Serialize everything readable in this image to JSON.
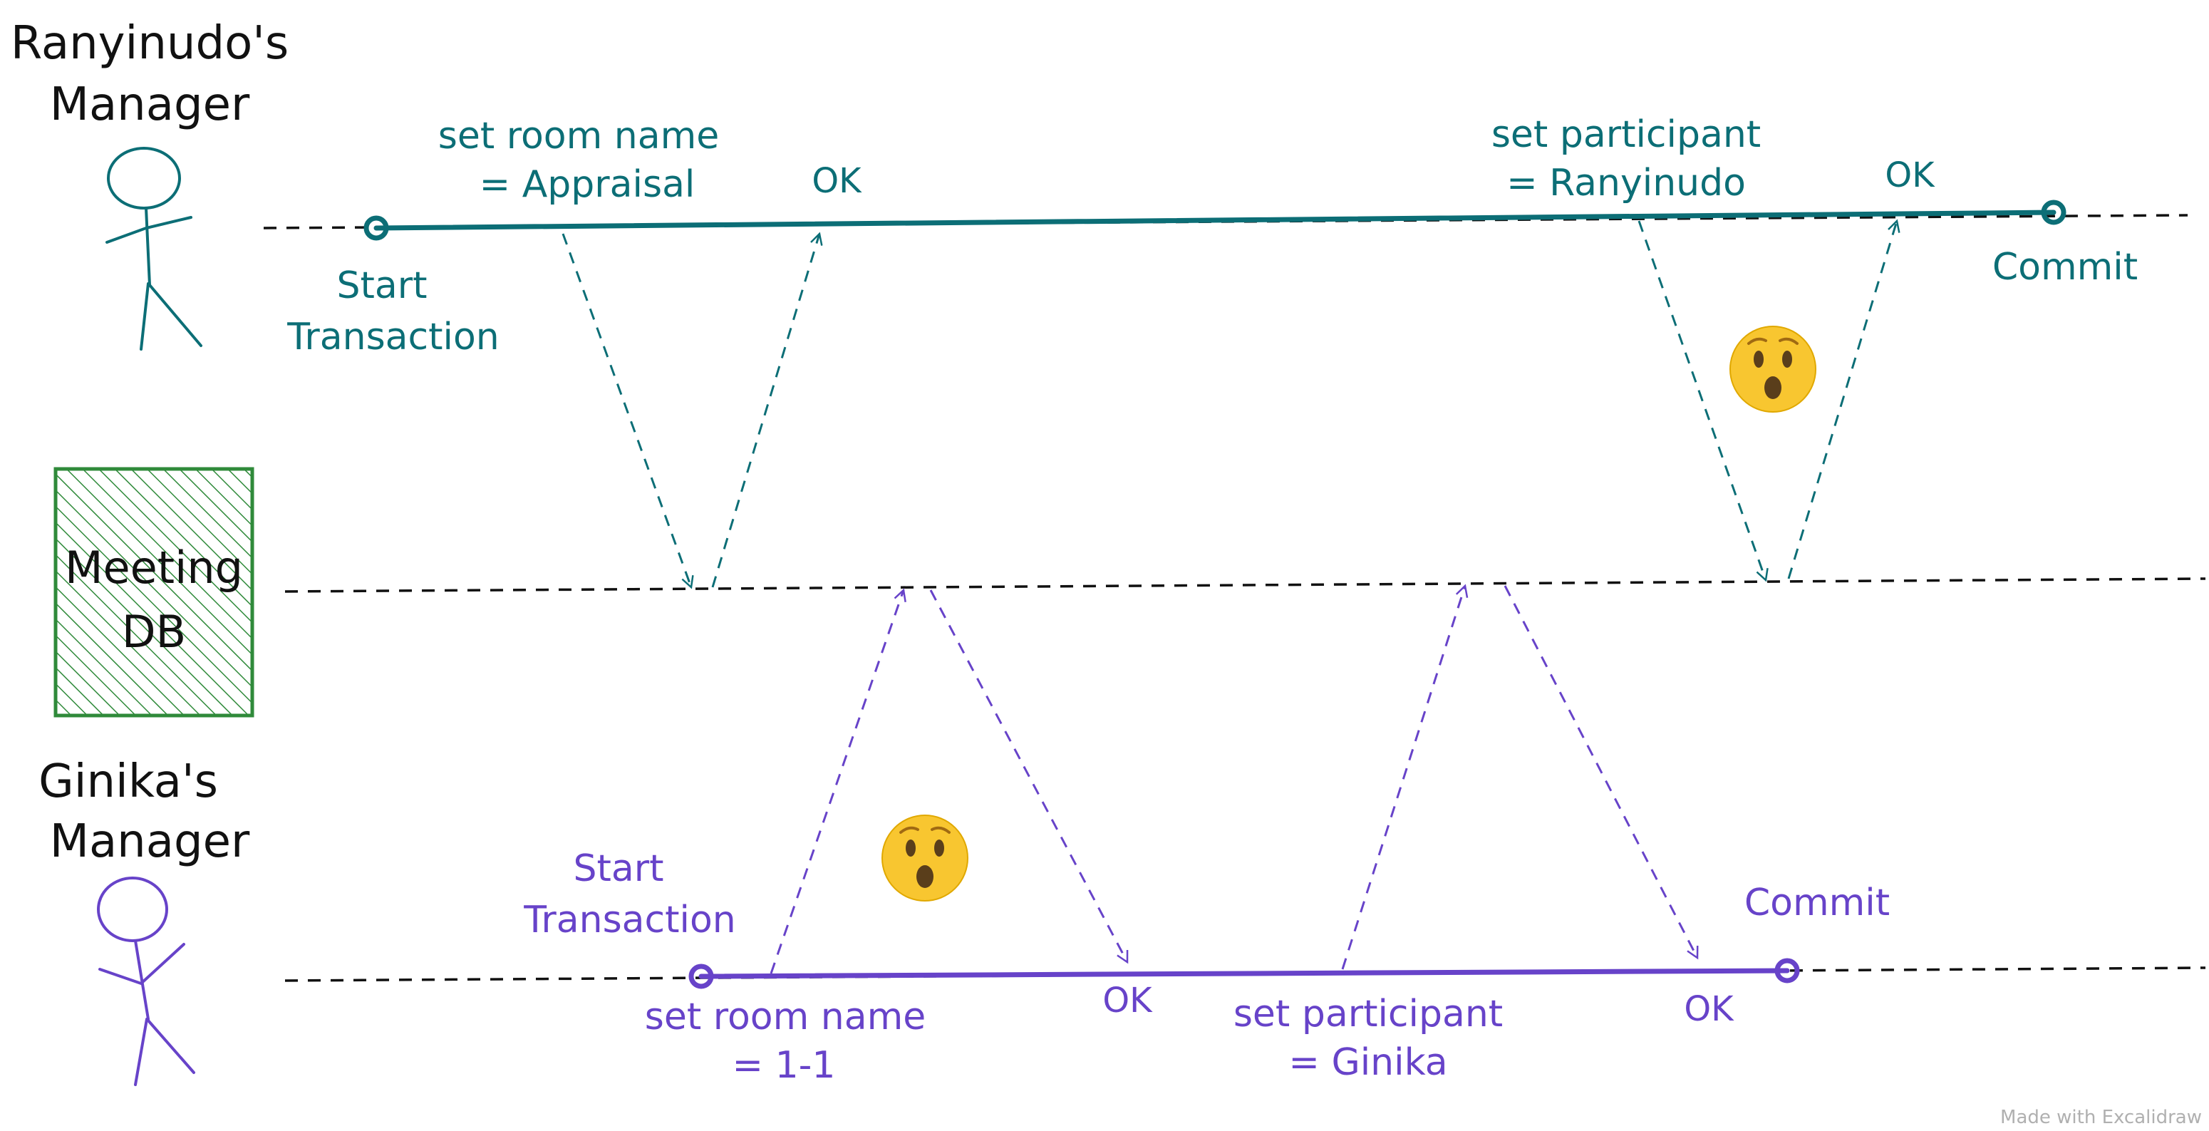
{
  "colors": {
    "teal": "#0c6e76",
    "purple": "#6743c9",
    "green": "#2f8a3a",
    "black": "#111111"
  },
  "actors": {
    "top": {
      "line1": "Ranyinudo's",
      "line2": "Manager"
    },
    "db": {
      "line1": "Meeting",
      "line2": "DB"
    },
    "bottom": {
      "line1": "Ginika's",
      "line2": "Manager"
    }
  },
  "top_transaction": {
    "start_line1": "Start",
    "start_line2": "Transaction",
    "msg1_line1": "set room name",
    "msg1_line2": "= Appraisal",
    "ok1": "OK",
    "msg2_line1": "set participant",
    "msg2_line2": "= Ranyinudo",
    "ok2": "OK",
    "commit": "Commit"
  },
  "bottom_transaction": {
    "start_line1": "Start",
    "start_line2": "Transaction",
    "msg1_line1": "set room name",
    "msg1_line2": "= 1-1",
    "ok1": "OK",
    "msg2_line1": "set participant",
    "msg2_line2": "= Ginika",
    "ok2": "OK",
    "commit": "Commit"
  },
  "emoji": "😮",
  "footer": "Made with Excalidraw"
}
